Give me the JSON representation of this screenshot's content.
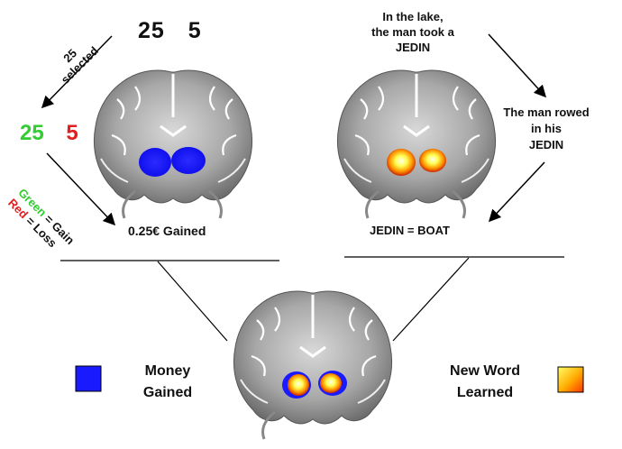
{
  "left_panel": {
    "top_numbers": {
      "first": "25",
      "second": "5"
    },
    "selected_annotation": {
      "number": "25",
      "word": "selected"
    },
    "choices": {
      "green_value": "25",
      "red_value": "5"
    },
    "legend_green": {
      "word": "Green",
      "rest": " = Gain"
    },
    "legend_red": {
      "word": "Red",
      "rest": " = Loss"
    },
    "caption": "0.25€ Gained"
  },
  "right_panel": {
    "sentence1": [
      "In the lake,",
      "the man took a",
      "JEDIN"
    ],
    "sentence2": [
      "The man rowed",
      "in his",
      "JEDIN"
    ],
    "caption": "JEDIN = BOAT"
  },
  "legend": {
    "money_label": [
      "Money",
      "Gained"
    ],
    "word_label": [
      "New Word",
      "Learned"
    ]
  },
  "colors": {
    "gain_green": "#33cc33",
    "loss_red": "#e02020",
    "money_blue": "#1a1aff",
    "word_orange": "#ff6a00",
    "word_yellow": "#ffff66"
  },
  "icons": [
    "brain-scan-blue-activation",
    "brain-scan-orange-activation",
    "brain-scan-combined-activation"
  ]
}
